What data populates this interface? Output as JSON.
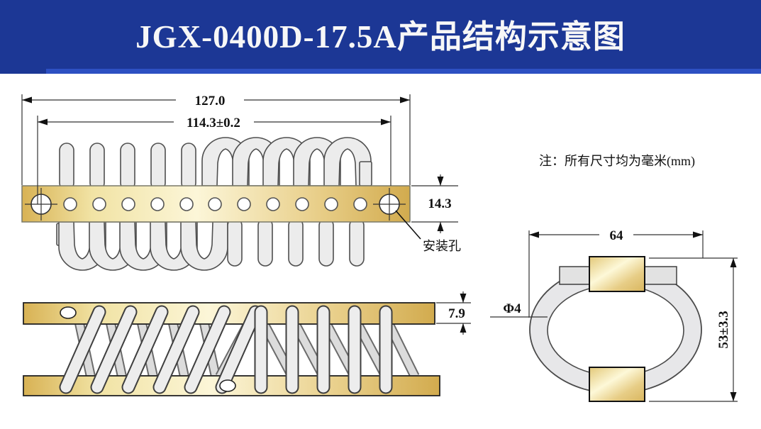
{
  "banner": {
    "title": "JGX-0400D-17.5A产品结构示意图"
  },
  "note": "注：所有尺寸均为毫米(mm)",
  "labels": {
    "mounting_hole": "安装孔"
  },
  "dimensions": {
    "top_overall_length": "127.0",
    "top_hole_span": "114.3±0.2",
    "top_bar_width": "14.3",
    "side_bar_thickness": "7.9",
    "end_width": "64",
    "end_rope_diameter": "Φ4",
    "end_height": "53±3.3"
  },
  "colors": {
    "banner_blue": "#1c3795",
    "banner_strip_blue": "#2d50c2",
    "title_text": "#f7f7f7",
    "bar_gold_light": "#fcf6d8",
    "bar_gold_dark": "#d2ab4e",
    "rope_gray": "#ededed",
    "line_black": "#111111"
  }
}
